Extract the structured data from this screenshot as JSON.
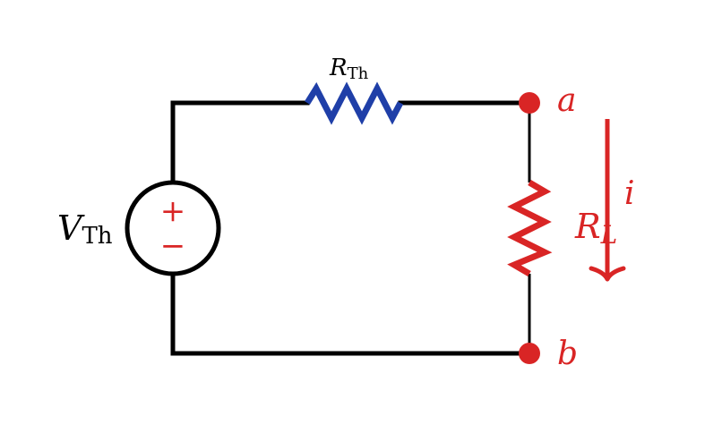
{
  "diagram": {
    "source": {
      "symbol": "V",
      "subscript": "Th",
      "plus_sign": "+",
      "minus_sign": "−"
    },
    "thevenin_resistor": {
      "symbol": "R",
      "subscript": "Th"
    },
    "load_resistor": {
      "symbol": "R",
      "subscript": "L"
    },
    "terminal_a": "a",
    "terminal_b": "b",
    "current": "i"
  },
  "colors": {
    "wire": "#000000",
    "thevenin_resistor": "#1f3fa8",
    "load": "#d92525"
  }
}
